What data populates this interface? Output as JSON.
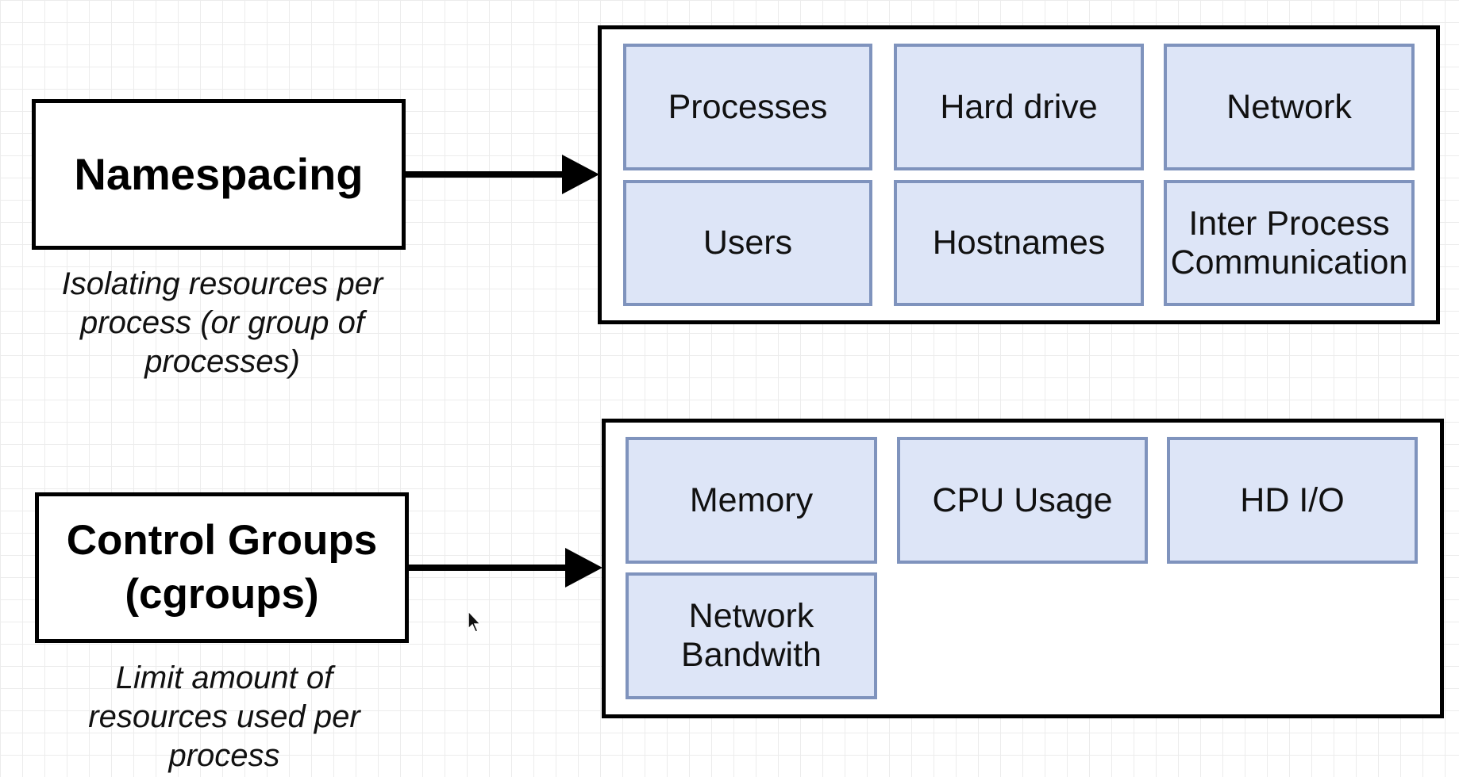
{
  "colors": {
    "cell_fill": "#dde5f7",
    "cell_border": "#7f93bd",
    "box_border": "#000000",
    "grid_line": "#ececec"
  },
  "namespacing": {
    "title": "Namespacing",
    "caption_lines": [
      "Isolating resources per",
      "process (or group of",
      "processes)"
    ],
    "resources": [
      {
        "label_lines": [
          "Processes"
        ]
      },
      {
        "label_lines": [
          "Hard drive"
        ]
      },
      {
        "label_lines": [
          "Network"
        ]
      },
      {
        "label_lines": [
          "Users"
        ]
      },
      {
        "label_lines": [
          "Hostnames"
        ]
      },
      {
        "label_lines": [
          "Inter Process",
          "Communication"
        ]
      }
    ]
  },
  "cgroups": {
    "title_lines": [
      "Control Groups",
      "(cgroups)"
    ],
    "caption_lines": [
      "Limit amount of",
      "resources used per",
      "process"
    ],
    "resources": [
      {
        "label_lines": [
          "Memory"
        ]
      },
      {
        "label_lines": [
          "CPU Usage"
        ]
      },
      {
        "label_lines": [
          "HD I/O"
        ]
      },
      {
        "label_lines": [
          "Network",
          "Bandwith"
        ]
      }
    ]
  }
}
